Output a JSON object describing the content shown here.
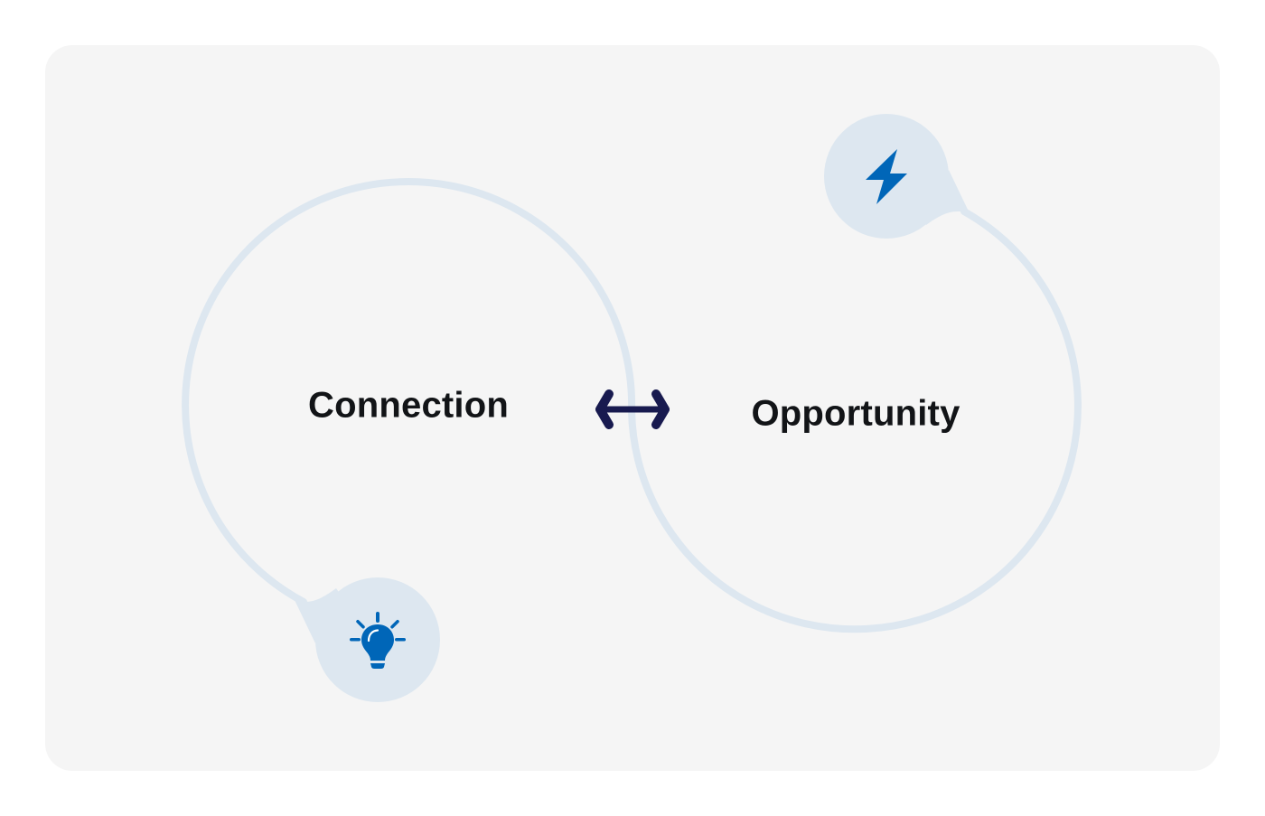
{
  "diagram": {
    "colors": {
      "background": "#ffffff",
      "card": "#f5f5f5",
      "ring": "#dde7f0",
      "badge": "#dde7f0",
      "icon": "#0066b8",
      "arrow": "#181a4f",
      "text": "#121417"
    },
    "nodes": [
      {
        "id": "connection",
        "label": "Connection",
        "icon": "lightbulb-icon"
      },
      {
        "id": "opportunity",
        "label": "Opportunity",
        "icon": "lightning-bolt-icon"
      }
    ],
    "link": {
      "icon": "double-arrow-icon",
      "from": "connection",
      "to": "opportunity"
    }
  }
}
